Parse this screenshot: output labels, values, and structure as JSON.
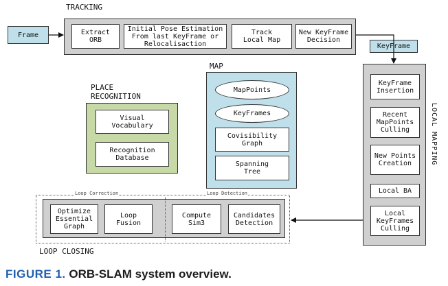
{
  "tracking": {
    "label": "TRACKING",
    "frame": "Frame",
    "extract": "Extract\nORB",
    "pose": "Initial Pose Estimation\nFrom last KeyFrame or\nRelocalisaction",
    "track_local": "Track\nLocal Map",
    "new_kf": "New KeyFrame\nDecision"
  },
  "keyframe_label": "KeyFrame",
  "map": {
    "label": "MAP",
    "mappoints": "MapPoints",
    "keyframes": "KeyFrames",
    "covis": "Covisibility\nGraph",
    "spanning": "Spanning\nTree"
  },
  "place": {
    "label_line1": "PLACE",
    "label_line2": "RECOGNITION",
    "vocab": "Visual\nVocabulary",
    "db": "Recognition\nDatabase"
  },
  "local_mapping": {
    "label": "LOCAL MAPPING",
    "insertion": "KeyFrame\nInsertion",
    "culling_mp": "Recent\nMapPoints\nCulling",
    "new_points": "New Points\nCreation",
    "local_ba": "Local BA",
    "kf_culling": "Local\nKeyFrames\nCulling"
  },
  "loop": {
    "label": "LOOP CLOSING",
    "correction": "Loop Correction",
    "detection": "Loop Detection",
    "optimize": "Optimize\nEssential\nGraph",
    "fusion": "Loop\nFusion",
    "sim3": "Compute\nSim3",
    "candidates": "Candidates\nDetection"
  },
  "caption": {
    "fig": "FIGURE 1.",
    "title": "ORB-SLAM system overview."
  },
  "colors": {
    "gray": "#d0d0d0",
    "green": "#c7d9a6",
    "blue": "#bfe0eb",
    "caption_blue": "#1f5fb0"
  }
}
